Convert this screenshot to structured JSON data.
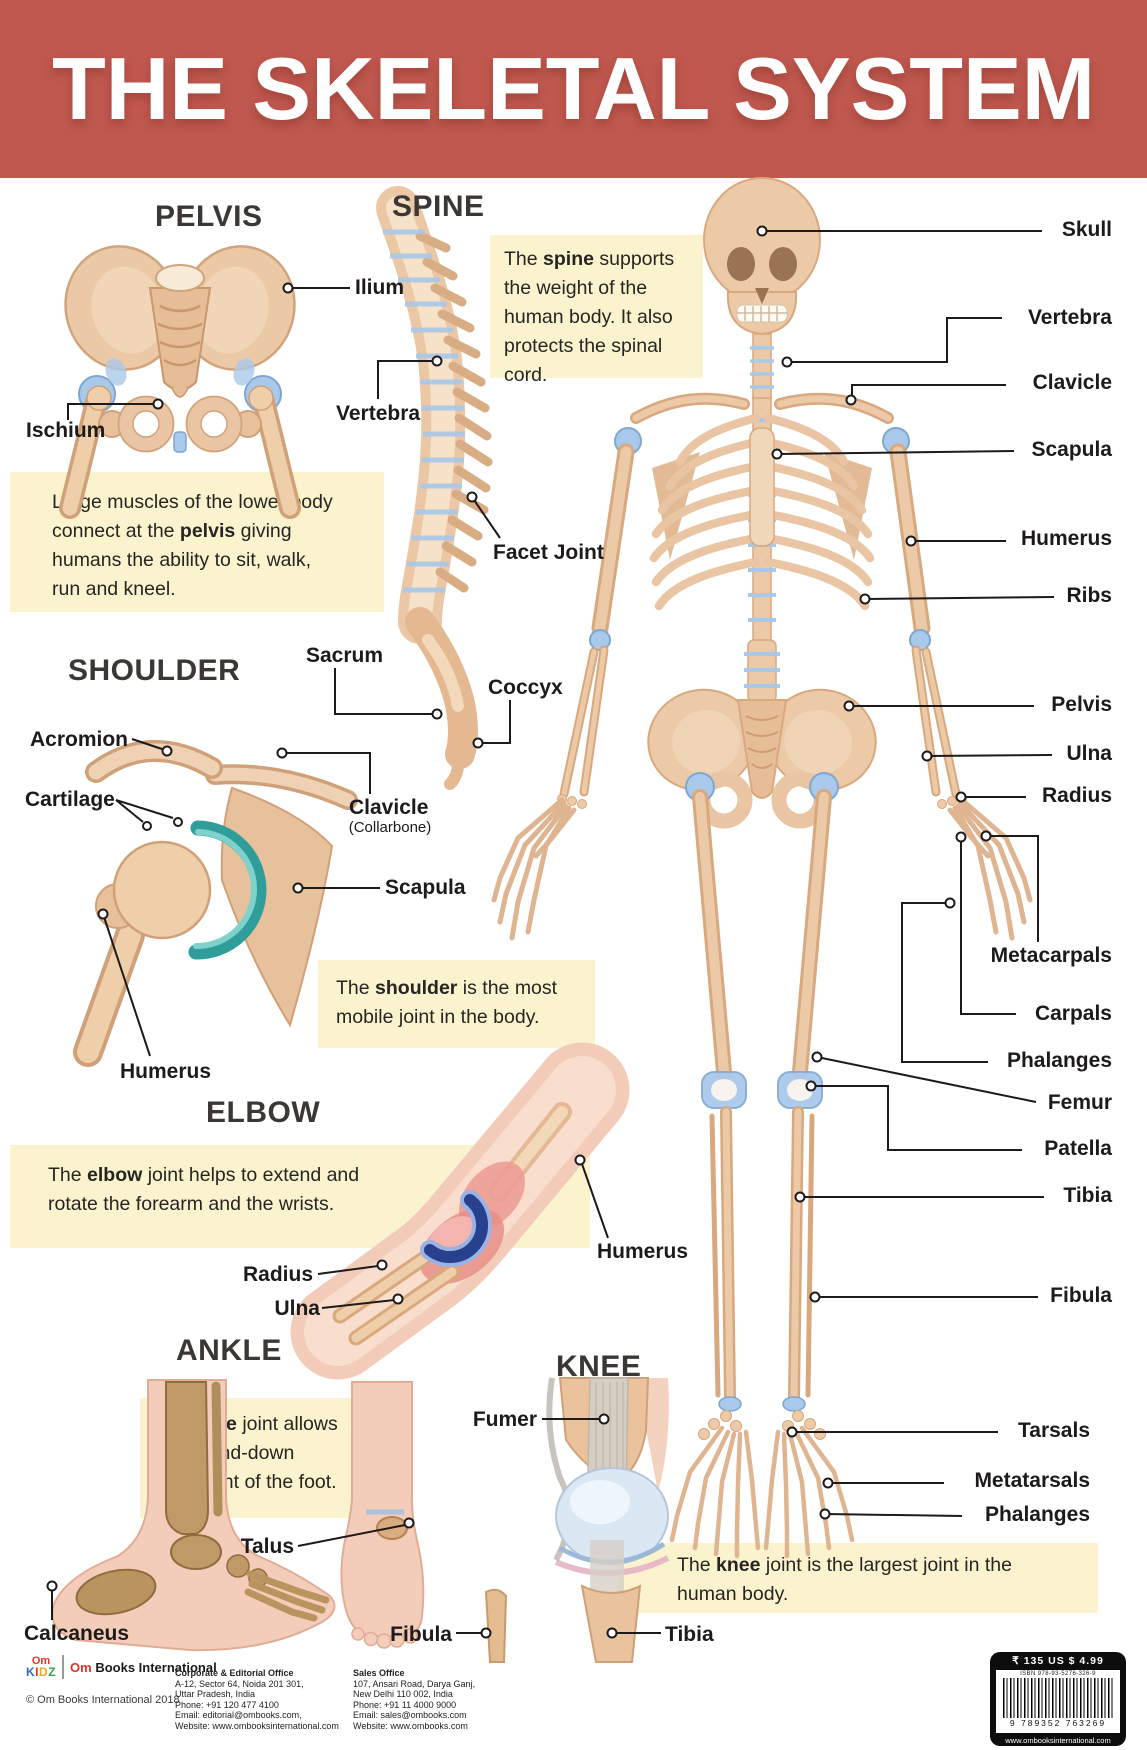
{
  "poster": {
    "title": "THE SKELETAL SYSTEM"
  },
  "colors": {
    "banner_red": "#bf584e",
    "note_yellow": "#faf3cd",
    "label_ink": "#1d1a19",
    "bone": "#ecc9a7",
    "joint_blue": "#a9c9ea",
    "cartilage_teal": "#2f9e9a"
  },
  "headings": {
    "pelvis": "PELVIS",
    "spine": "SPINE",
    "shoulder": "SHOULDER",
    "elbow": "ELBOW",
    "ankle": "ANKLE",
    "knee": "KNEE"
  },
  "skeleton_labels": [
    "Skull",
    "Vertebra",
    "Clavicle",
    "Scapula",
    "Humerus",
    "Ribs",
    "Pelvis",
    "Ulna",
    "Radius",
    "Metacarpals",
    "Carpals",
    "Phalanges",
    "Femur",
    "Patella",
    "Tibia",
    "Fibula",
    "Tarsals",
    "Metatarsals",
    "Phalanges"
  ],
  "inset_labels": {
    "ilium": "Ilium",
    "ischium": "Ischium",
    "vertebra": "Vertebra",
    "facet_joint": "Facet Joint",
    "sacrum": "Sacrum",
    "coccyx": "Coccyx",
    "acromion": "Acromion",
    "cartilage": "Cartilage",
    "clavicle": "Clavicle",
    "collarbone": "(Collarbone)",
    "scapula": "Scapula",
    "humerus_shoulder": "Humerus",
    "radius": "Radius",
    "ulna": "Ulna",
    "humerus_elbow": "Humerus",
    "talus": "Talus",
    "calcaneus": "Calcaneus",
    "fumer": "Fumer",
    "fibula_knee": "Fibula",
    "tibia_knee": "Tibia"
  },
  "notes": {
    "pelvis": {
      "pre": "Large muscles of the lower body connect at the ",
      "bold": "pelvis",
      "post": " giving humans the ability to sit, walk, run and kneel."
    },
    "spine": {
      "pre": "The ",
      "bold": "spine",
      "post": " supports the weight of the human body. It also protects the spinal cord."
    },
    "shoulder": {
      "pre": "The ",
      "bold": "shoulder",
      "post": " is the most mobile joint in the body."
    },
    "elbow": {
      "pre": "The ",
      "bold": "elbow",
      "post": " joint helps to extend and rotate the forearm and the wrists."
    },
    "ankle": {
      "pre": "The ",
      "bold": "ankle",
      "post": " joint allows the up-and-down movement of the foot."
    },
    "knee": {
      "pre": "The ",
      "bold": "knee",
      "post": " joint is the largest joint in the human body."
    }
  },
  "footer": {
    "logo": {
      "kidz_top": "Om",
      "kidz_letters": [
        "K",
        "I",
        "D",
        "Z"
      ],
      "brand_om": "Om",
      "brand_rest": "Books International"
    },
    "copyright": "© Om Books International 2018",
    "corporate": {
      "title": "Corporate & Editorial Office",
      "lines": [
        "A-12, Sector 64, Noida 201 301,",
        "Uttar Pradesh, India",
        "Phone: +91 120 477 4100",
        "Email: editorial@ombooks.com,",
        "Website: www.ombooksinternational.com"
      ]
    },
    "sales": {
      "title": "Sales Office",
      "lines": [
        "107, Ansari Road, Darya Ganj,",
        "New Delhi 110 002, India",
        "Phone: +91 11 4000 9000",
        "Email: sales@ombooks.com",
        "Website: www.ombooks.com"
      ]
    },
    "barcode": {
      "price": "₹ 135    US $ 4.99",
      "isbn_small": "ISBN 978-93-5276-326-9",
      "number": "9 789352 763269",
      "website": "www.ombooksinternational.com"
    }
  }
}
